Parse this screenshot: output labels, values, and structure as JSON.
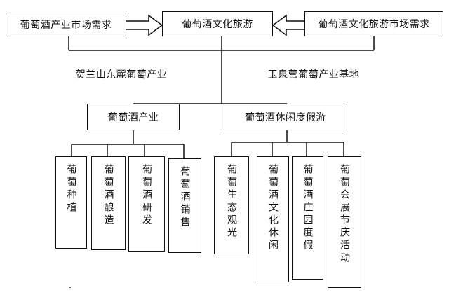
{
  "nodes": {
    "wine_market": "葡萄酒产业市场需求",
    "wine_culture_tourism": "葡萄酒文化旅游",
    "wine_culture_tourism_market": "葡萄酒文化旅游市场需求",
    "helan_industry": "贺兰山东麓葡萄产业",
    "yuquanying_base": "玉泉营葡萄产业基地",
    "wine_industry": "葡萄酒产业",
    "wine_leisure_vacation": "葡萄酒休闲度假游",
    "grape_planting": "葡萄种植",
    "wine_brewing": "葡萄酒酿造",
    "wine_rd": "葡萄酒研发",
    "wine_sales": "葡萄酒销售",
    "grape_eco_tour": "葡萄生态观光",
    "wine_culture_leisure": "葡萄酒文化休闲",
    "wine_estate_vacation": "葡萄酒庄园度假",
    "grape_festival_events": "葡萄会展节庆活动"
  }
}
